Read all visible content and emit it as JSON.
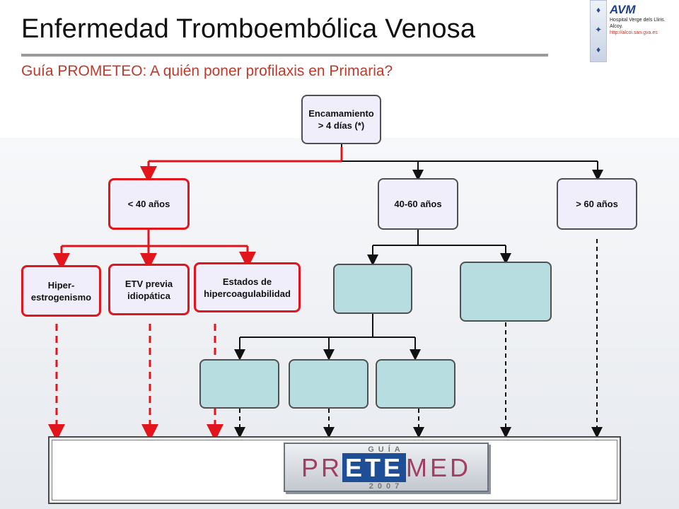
{
  "header": {
    "title": "Enfermedad Tromboembólica Venosa",
    "subtitle": "Guía PROMETEO: A quién poner profilaxis en Primaria?"
  },
  "logo": {
    "brand": "AVM",
    "hospital": "Hospital Verge dels Lliris. Alcoy.",
    "url": "http://alcoi.san.gva.es"
  },
  "diagram": {
    "root": "Encamamiento\n> 4 días (*)",
    "age_lt40": "< 40 años",
    "age_40_60": "40-60 años",
    "age_gt60": "> 60 años",
    "hiperestrogenismo": "Hiper-\nestrogenismo",
    "etv_previa": "ETV previa\nidiopática",
    "hipercoagulabilidad": "Estados de\nhipercoagulabilidad",
    "colors": {
      "red": "#e2141c",
      "dark": "#111111",
      "teal": "#b8dde0",
      "lavender": "#f1eefb"
    }
  },
  "pretemed_logo": {
    "guia": "GUÍA",
    "pre": "PR",
    "ete": "ETE",
    "med": "MED",
    "year": "2007"
  }
}
